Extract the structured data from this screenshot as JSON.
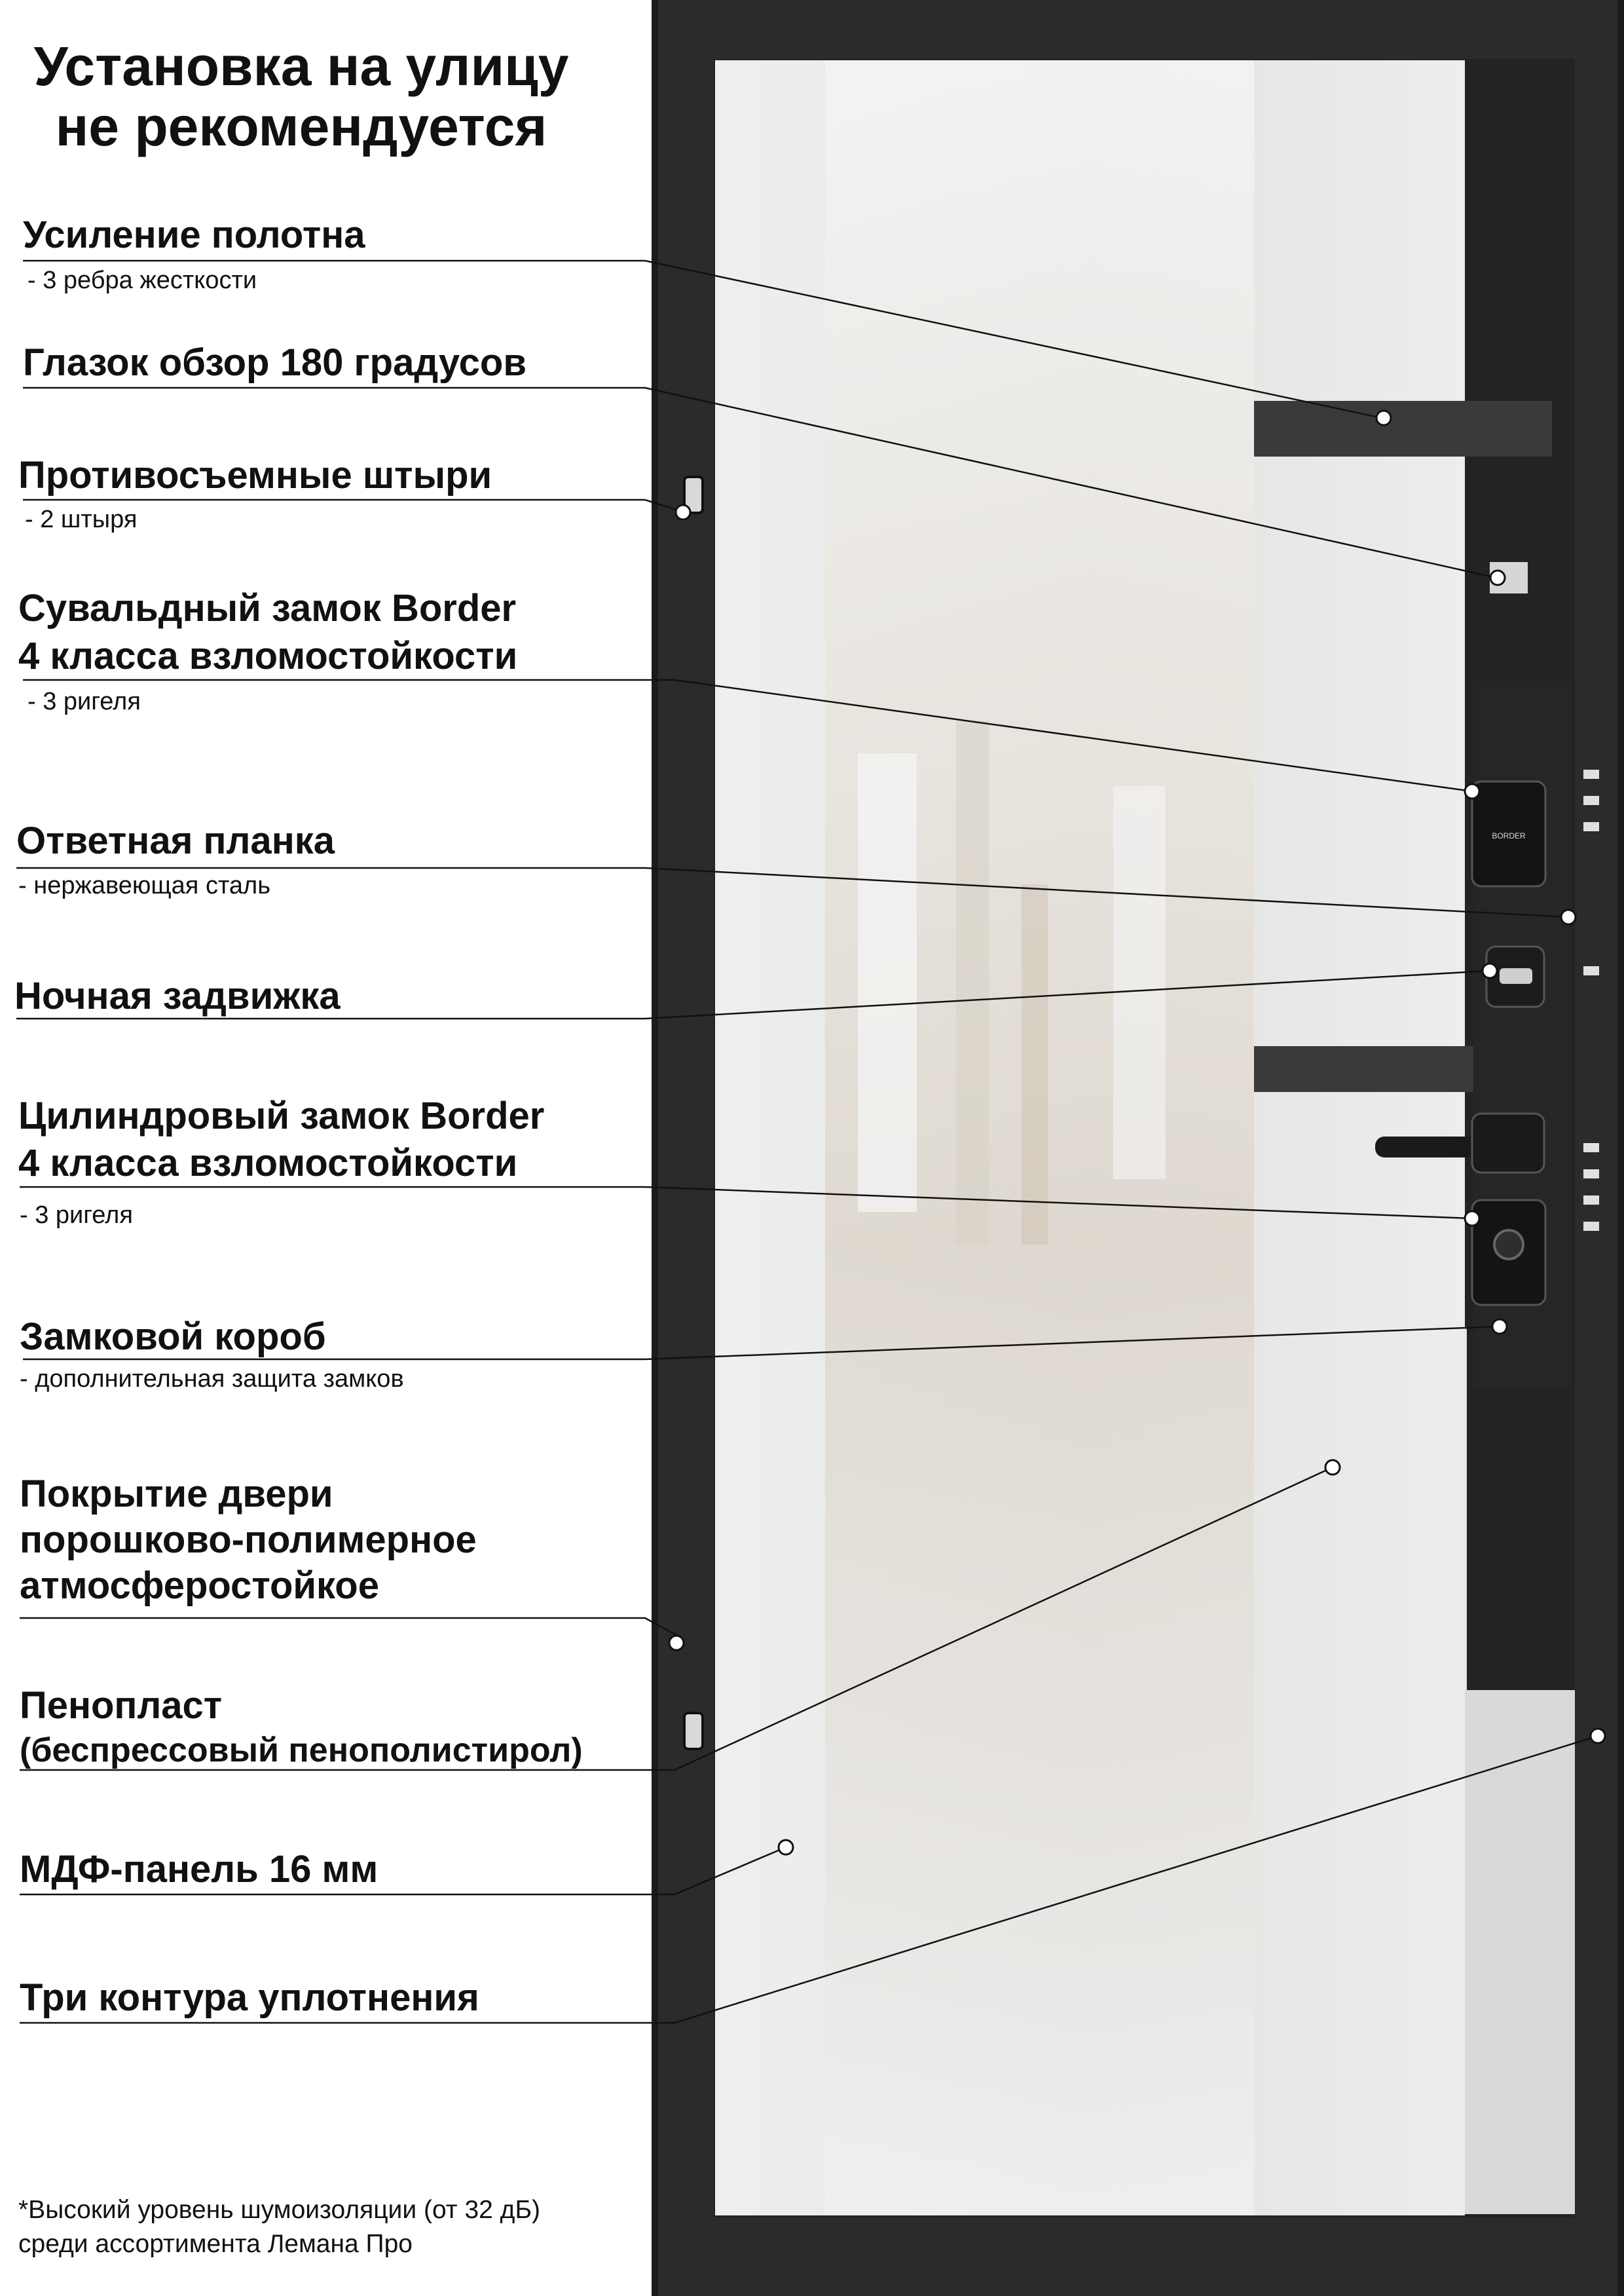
{
  "warning": {
    "line1": "Установка на улицу",
    "line2": "не рекомендуется"
  },
  "features": [
    {
      "title": "Усиление полотна",
      "subtitle": "- 3 ребра жесткости"
    },
    {
      "title": "Глазок обзор 180 градусов"
    },
    {
      "title": "Противосъемные штыри",
      "subtitle": "- 2 штыря"
    },
    {
      "title": "Сувальдный замок Border",
      "title2": "4 класса взломостойкости",
      "subtitle": "- 3 ригеля"
    },
    {
      "title": "Ответная планка",
      "subtitle": "- нержавеющая сталь"
    },
    {
      "title": "Ночная задвижка"
    },
    {
      "title": "Цилиндровый замок Border",
      "title2": "4 класса взломостойкости",
      "subtitle": "- 3 ригеля"
    },
    {
      "title": "Замковой короб",
      "subtitle": "- дополнительная защита замков"
    },
    {
      "title": "Покрытие двери",
      "title2": "порошково-полимерное",
      "title3": "атмосферостойкое"
    },
    {
      "title": "Пенопласт",
      "title2": "(беспрессовый пенополистирол)"
    },
    {
      "title": "МДФ-панель 16 мм"
    },
    {
      "title": "Три контура уплотнения"
    }
  ],
  "footnote": {
    "line1": "*Высокий уровень шумоизоляции (от 32 дБ)",
    "line2": "среди ассортимента Лемана Про"
  },
  "lock_brand": "BORDER",
  "colors": {
    "door_frame": "#2b2b2b",
    "mirror": "#ececec",
    "panel_light": "#e4e4e4",
    "text": "#111111"
  }
}
